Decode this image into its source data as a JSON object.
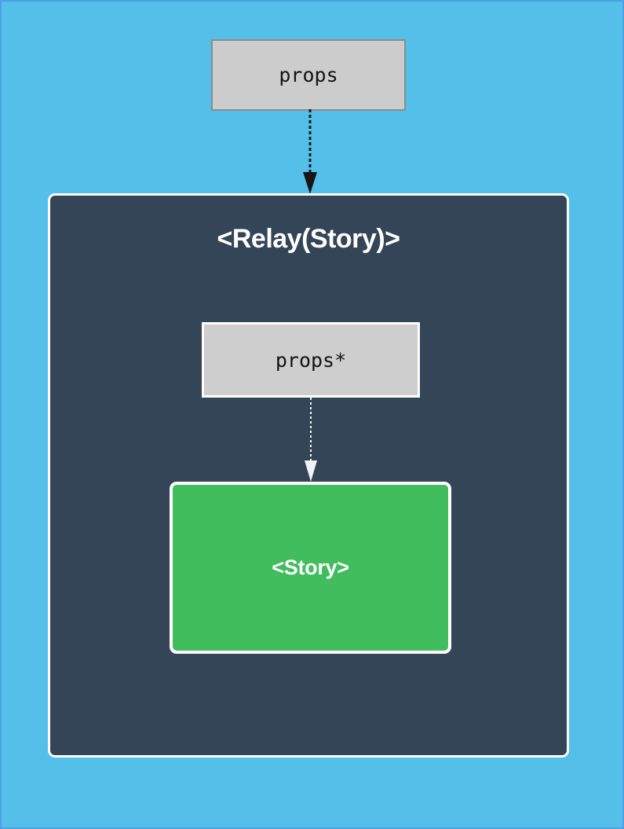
{
  "diagram": {
    "title": "Relay Story props flow diagram",
    "background_color": "#54c0ea",
    "border_color": "#4aa3e0",
    "nodes": {
      "outer_props": {
        "label": "props",
        "fill": "#cccccc",
        "stroke": "#8c8c8c",
        "shape": "rectangle"
      },
      "relay_container": {
        "label": "<Relay(Story)>",
        "fill": "#344558",
        "stroke": "#ffffff",
        "shape": "rounded-rectangle"
      },
      "inner_props": {
        "label": "props*",
        "fill": "#cecece",
        "stroke": "#ffffff",
        "shape": "rectangle"
      },
      "story": {
        "label": "<Story>",
        "fill": "#41bd5e",
        "stroke": "#ffffff",
        "shape": "rounded-rectangle"
      }
    },
    "edges": [
      {
        "name": "props-to-relay",
        "from": "outer_props",
        "to": "relay_container",
        "color": "#161616",
        "style": "dashed",
        "arrowhead": "solid-triangle"
      },
      {
        "name": "innerprops-to-story",
        "from": "inner_props",
        "to": "story",
        "color": "#f0f4f7",
        "style": "dashed",
        "arrowhead": "solid-triangle"
      }
    ]
  }
}
